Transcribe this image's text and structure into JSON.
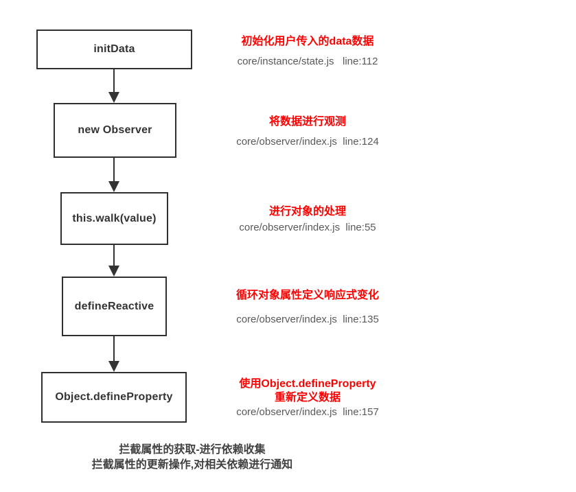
{
  "colors": {
    "background": "#ffffff",
    "box_border": "#2f2f2f",
    "box_text": "#333333",
    "note_red": "#ff0000",
    "path_gray": "#595959",
    "footer_text": "#404040"
  },
  "flow": {
    "steps": [
      {
        "label": "initData",
        "note_lines": [
          "初始化用户传入的data数据"
        ],
        "path": "core/instance/state.js   line:112"
      },
      {
        "label": "new Observer",
        "note_lines": [
          "将数据进行观测"
        ],
        "path": "core/observer/index.js  line:124"
      },
      {
        "label": "this.walk(value)",
        "note_lines": [
          "进行对象的处理"
        ],
        "path": "core/observer/index.js  line:55"
      },
      {
        "label": "defineReactive",
        "note_lines": [
          "循环对象属性定义响应式变化"
        ],
        "path": "core/observer/index.js  line:135"
      },
      {
        "label": "Object.defineProperty",
        "note_lines": [
          "使用Object.defineProperty",
          "重新定义数据"
        ],
        "path": "core/observer/index.js  line:157"
      }
    ],
    "footer_lines": [
      "拦截属性的获取-进行依赖收集",
      "拦截属性的更新操作,对相关依赖进行通知"
    ]
  }
}
